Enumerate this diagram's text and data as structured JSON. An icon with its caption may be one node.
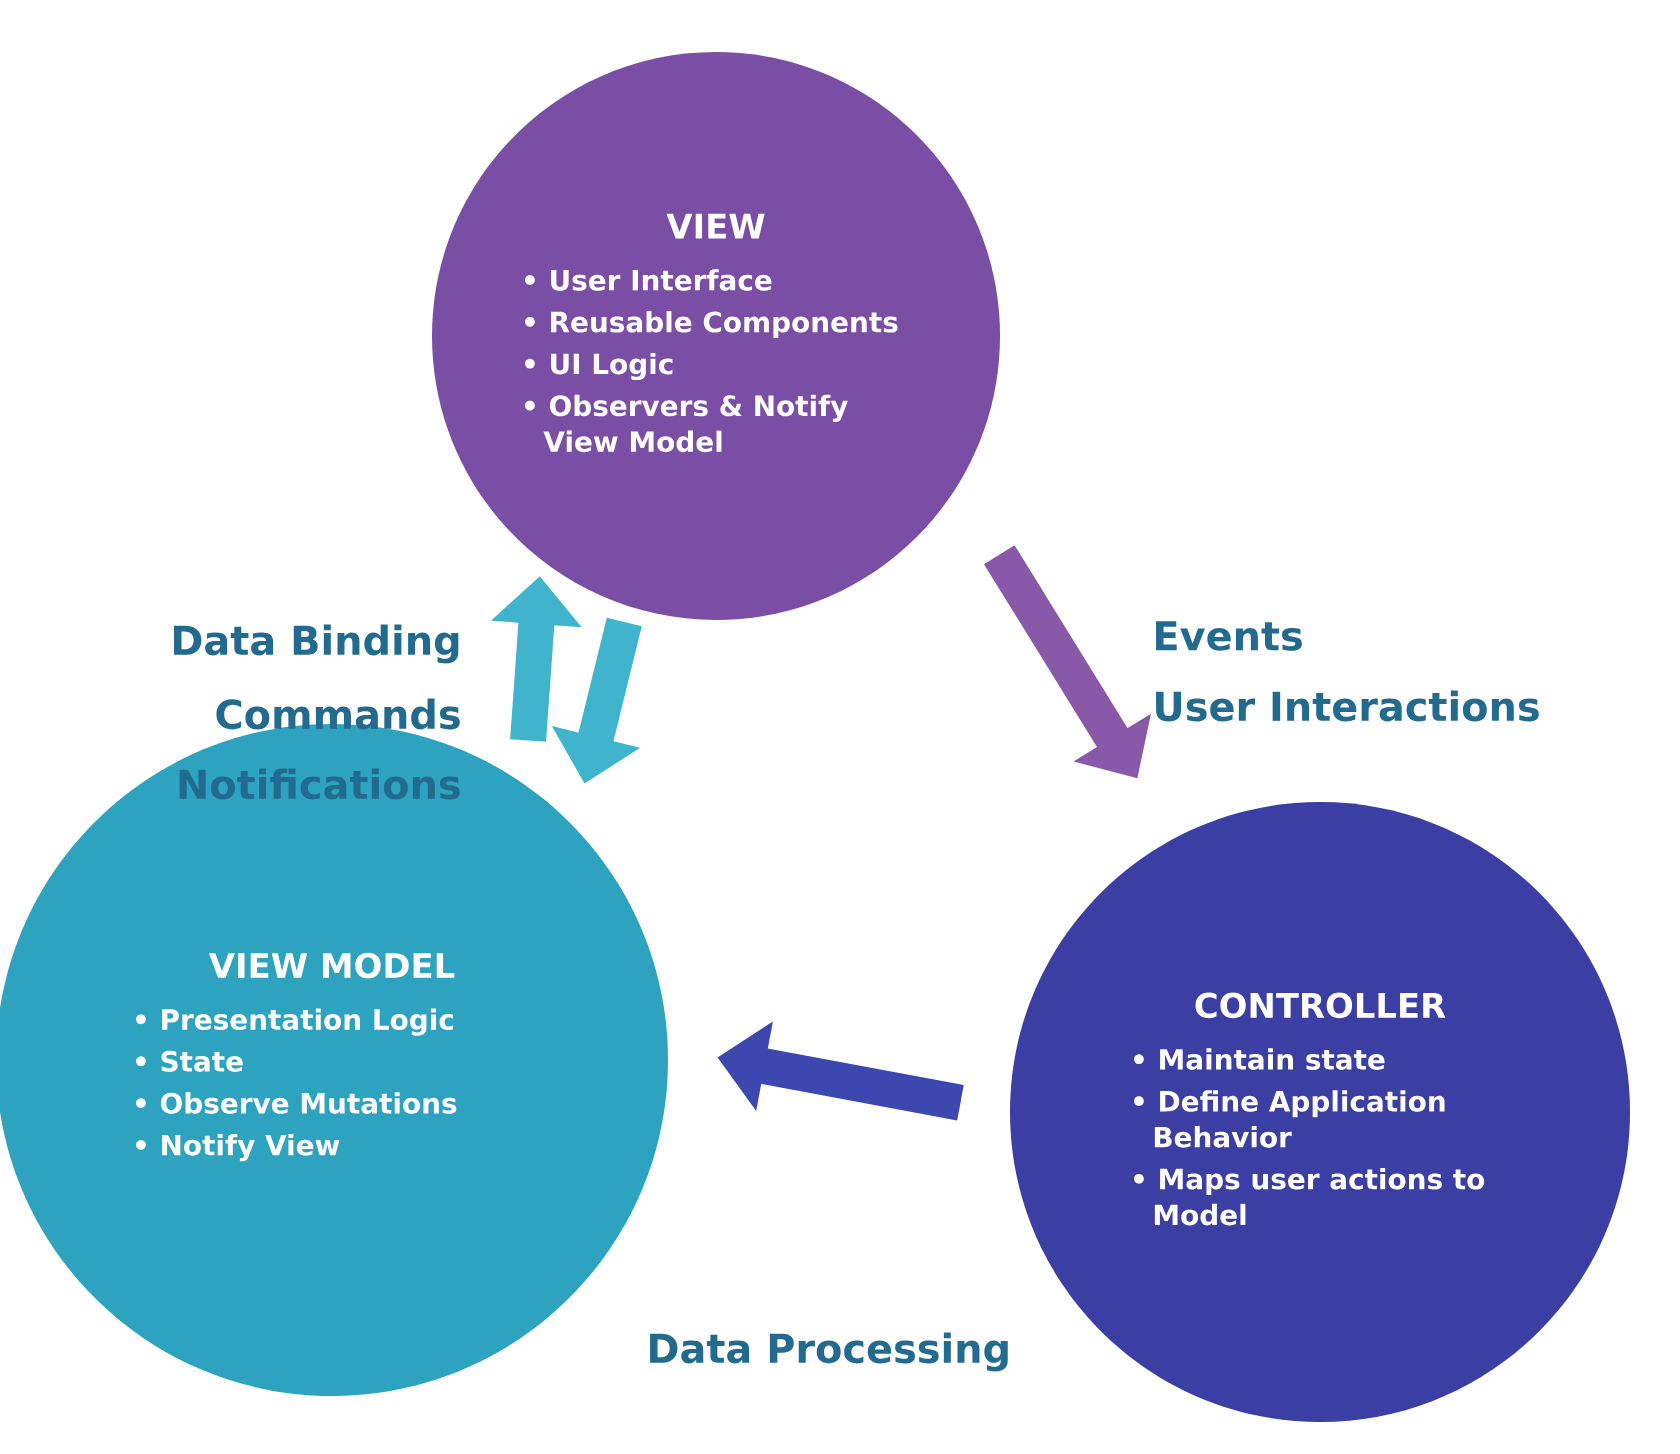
{
  "diagram": {
    "nodes": [
      {
        "text": [
          "VIEW",
          "• User Interface",
          "• Reusable Components",
          "• UI Logic",
          "• Observers & Notify View Model"
        ]
      },
      {
        "text": [
          "VIEW MODEL",
          "• Presentation Logic",
          "• State",
          "• Observe Mutations",
          "• Notify View"
        ]
      },
      {
        "text": [
          "CONTROLLER",
          "• Maintain state",
          "• Define Application Behavior",
          "• Maps user actions to Model"
        ]
      }
    ],
    "edges": [
      {
        "from": 1,
        "to": 0,
        "arrow": "to",
        "color": "#3fb4cc"
      },
      {
        "from": 0,
        "to": 1,
        "arrow": "to",
        "color": "#3fb4cc"
      },
      {
        "from": 0,
        "to": 2,
        "arrow": "to",
        "color": "#8a58a8"
      },
      {
        "from": 2,
        "to": 1,
        "arrow": "to",
        "color": "#3c47b0"
      }
    ],
    "labels": [
      "Data Binding",
      "Commands",
      "Notifications",
      "Events",
      "User Interactions",
      "Data Processing"
    ]
  }
}
